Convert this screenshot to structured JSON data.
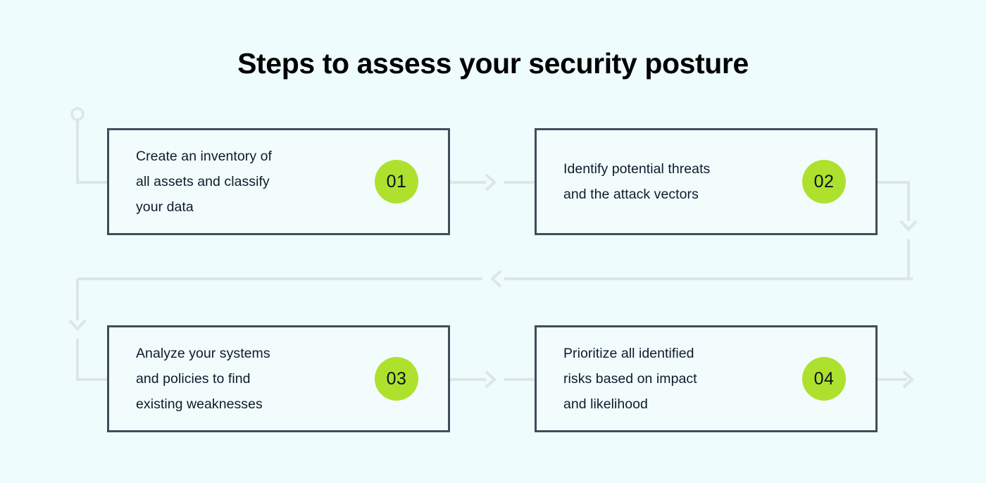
{
  "page": {
    "title": "Steps to assess your security posture",
    "background_color": "#eefcfd"
  },
  "theme": {
    "badge_color": "#aee12e",
    "box_border_color": "#3e4e5a",
    "box_fill_color": "#f2fcfc",
    "connector_color": "#dde6e6",
    "text_color": "#0d1b2e",
    "title_color": "#000000"
  },
  "diagram": {
    "type": "flowchart",
    "start_marker": "hollow-circle",
    "steps": [
      {
        "number": "01",
        "text": "Create an inventory of\nall assets and classify\nyour data"
      },
      {
        "number": "02",
        "text": "Identify potential threats\nand the attack vectors"
      },
      {
        "number": "03",
        "text": "Analyze your systems\nand policies to find\nexisting weaknesses"
      },
      {
        "number": "04",
        "text": "Prioritize all identified\nrisks based on impact\nand likelihood"
      }
    ],
    "flow_order": [
      "01",
      "02",
      "03",
      "04"
    ],
    "connector_arrows": [
      "start-circle-into-step-01",
      "step-01-to-step-02",
      "step-02-down-and-back-left",
      "return-line-down-into-step-03",
      "step-03-to-step-04",
      "step-04-exit-right"
    ]
  }
}
